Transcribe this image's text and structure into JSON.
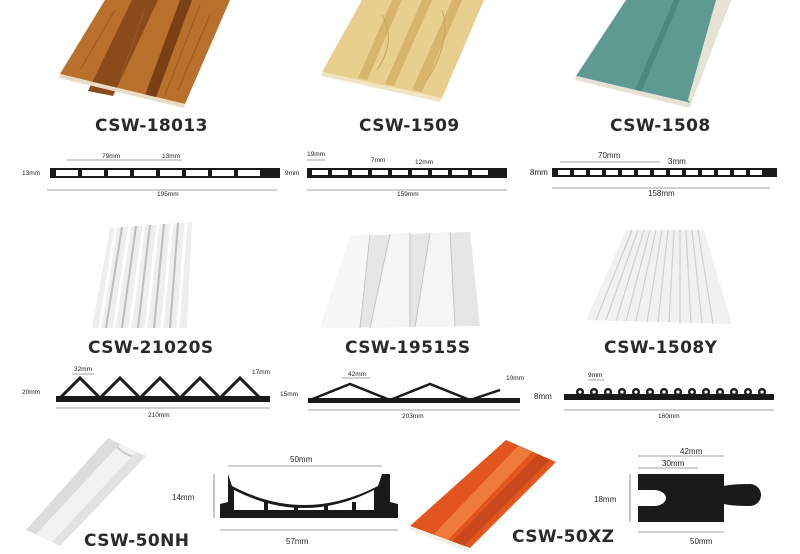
{
  "products": [
    {
      "code": "CSW-18013",
      "dims": {
        "height": "13mm",
        "width": "195mm",
        "rib": "79mm",
        "gap": "13mm"
      }
    },
    {
      "code": "CSW-1509",
      "dims": {
        "height": "9mm",
        "width": "159mm",
        "rib": "19mm",
        "groove": "7mm",
        "gap": "12mm"
      }
    },
    {
      "code": "CSW-1508",
      "dims": {
        "height": "8mm",
        "width": "158mm",
        "rib": "70mm",
        "gap": "3mm"
      }
    },
    {
      "code": "CSW-21020S",
      "dims": {
        "height": "20mm",
        "width": "210mm",
        "rib": "32mm",
        "edge": "17mm"
      }
    },
    {
      "code": "CSW-19515S",
      "dims": {
        "height": "15mm",
        "width": "203mm",
        "rib": "42mm",
        "edge": "10mm"
      }
    },
    {
      "code": "CSW-1508Y",
      "dims": {
        "height": "8mm",
        "width": "160mm",
        "rib": "9mm"
      }
    },
    {
      "code": "CSW-50NH",
      "dims": {
        "height": "14mm",
        "width": "57mm",
        "top": "50mm"
      }
    },
    {
      "code": "CSW-50XZ",
      "dims": {
        "height": "18mm",
        "width": "50mm",
        "top": "42mm",
        "inner": "30mm"
      }
    }
  ]
}
